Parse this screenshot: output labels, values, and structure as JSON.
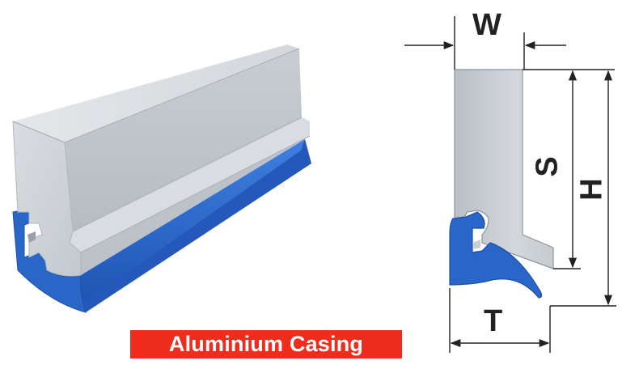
{
  "diagram": {
    "caption": "Aluminium Casing",
    "dimensions": {
      "width": "W",
      "thickness": "T",
      "squeegee_length": "S",
      "height": "H"
    },
    "colors": {
      "aluminium": "#c9ced3",
      "rubber": "#2a66c7",
      "banner": "#ee2d1c",
      "dimension_line": "#222222"
    }
  }
}
